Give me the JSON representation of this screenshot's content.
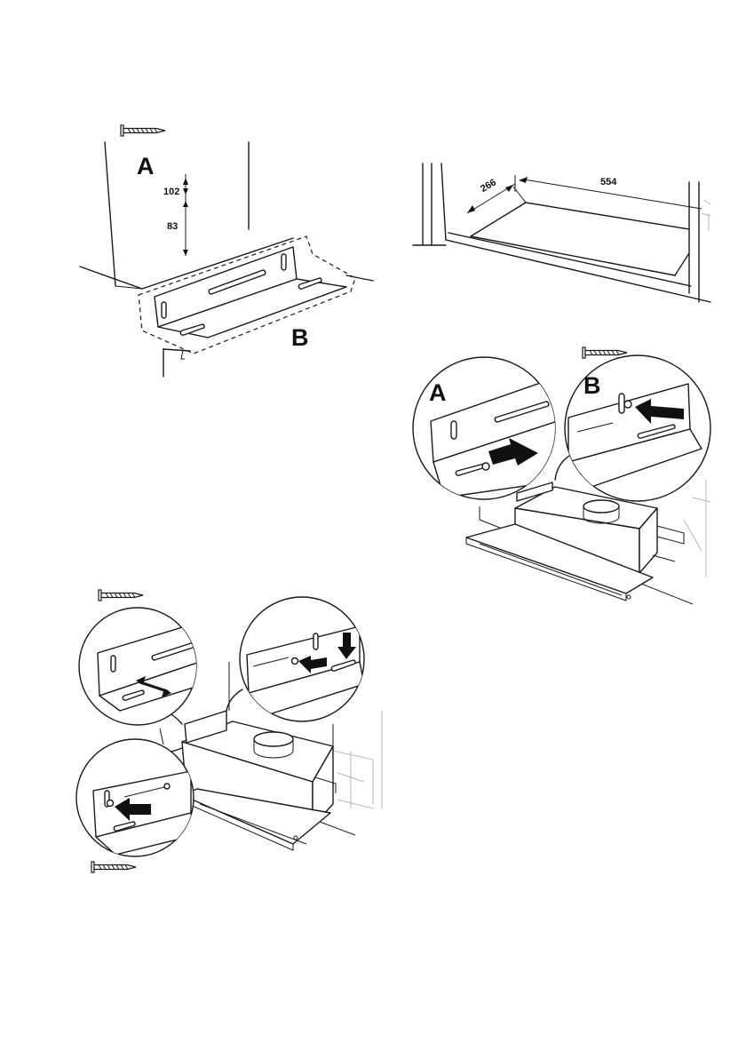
{
  "step1": {
    "label_a": "A",
    "label_b": "B",
    "dim_top": "102",
    "dim_bottom": "83"
  },
  "step2": {
    "dim_depth": "266",
    "dim_width": "554"
  },
  "step3": {
    "label_a": "A",
    "label_b": "B"
  },
  "colors": {
    "line": "#1a1a1a",
    "ghost": "#b8b8b8",
    "background": "#ffffff"
  },
  "icons": [
    "screw-icon",
    "double-arrow-icon",
    "arrow-right-icon",
    "arrow-left-icon",
    "arrow-down-icon",
    "curved-arrow-icon"
  ]
}
